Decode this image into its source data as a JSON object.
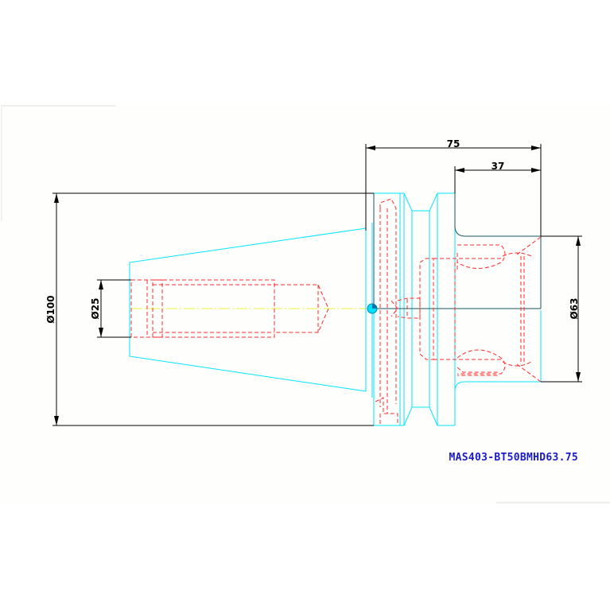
{
  "drawing": {
    "part_number": "MAS403-BT50BMHD63.75",
    "dimensions": {
      "overall_length": "75",
      "head_length": "37",
      "flange_diameter": "Ø100",
      "bore_diameter": "Ø25",
      "head_diameter": "Ø63"
    }
  },
  "colors": {
    "background": "#ffffff",
    "sheet": "#fefefc",
    "outline": "#00e5ff",
    "hidden_lines": "#ff2a2a",
    "dimension_lines": "#000000",
    "center_line": "#f2f23a",
    "part_number_text": "#1a1acc"
  }
}
